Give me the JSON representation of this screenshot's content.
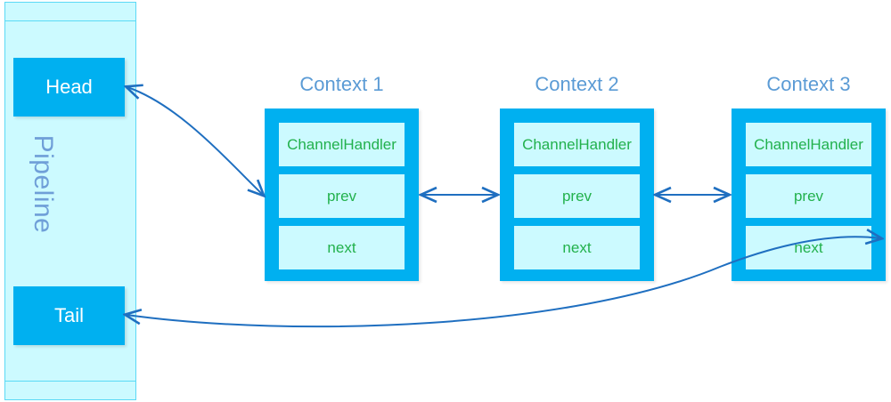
{
  "diagram": {
    "title": "Netty ChannelPipeline / ChannelHandlerContext linked list",
    "colors": {
      "pipeline_fill": "#ccfaff",
      "pipeline_border": "#5bd9f5",
      "endpoint_fill": "#00b0f0",
      "endpoint_text": "#ffffff",
      "context_frame": "#00b0f0",
      "context_row_fill": "#ccfaff",
      "context_row_text": "#22b14c",
      "context_title_text": "#5b9bd5",
      "pipeline_label_text": "#6f9fd8",
      "arrow_stroke": "#1f6fc0",
      "background": "#ffffff"
    }
  },
  "pipeline": {
    "label": "Pipeline",
    "head": {
      "label": "Head"
    },
    "tail": {
      "label": "Tail"
    }
  },
  "contexts": [
    {
      "title": "Context 1",
      "rows": [
        {
          "label": "ChannelHandler"
        },
        {
          "label": "prev"
        },
        {
          "label": "next"
        }
      ]
    },
    {
      "title": "Context 2",
      "rows": [
        {
          "label": "ChannelHandler"
        },
        {
          "label": "prev"
        },
        {
          "label": "next"
        }
      ]
    },
    {
      "title": "Context 3",
      "rows": [
        {
          "label": "ChannelHandler"
        },
        {
          "label": "prev"
        },
        {
          "label": "next"
        }
      ]
    }
  ],
  "connectors": [
    {
      "name": "head-to-context1",
      "from": "Head",
      "to": "Context 1 prev",
      "style": "curved",
      "arrowheads": "both"
    },
    {
      "name": "context1-to-context2",
      "from": "Context 1 prev",
      "to": "Context 2 prev",
      "style": "straight",
      "arrowheads": "both"
    },
    {
      "name": "context2-to-context3",
      "from": "Context 2 prev",
      "to": "Context 3 prev",
      "style": "straight",
      "arrowheads": "both"
    },
    {
      "name": "context3-to-tail",
      "from": "Context 3 next",
      "to": "Tail",
      "style": "curved",
      "arrowheads": "both"
    }
  ]
}
